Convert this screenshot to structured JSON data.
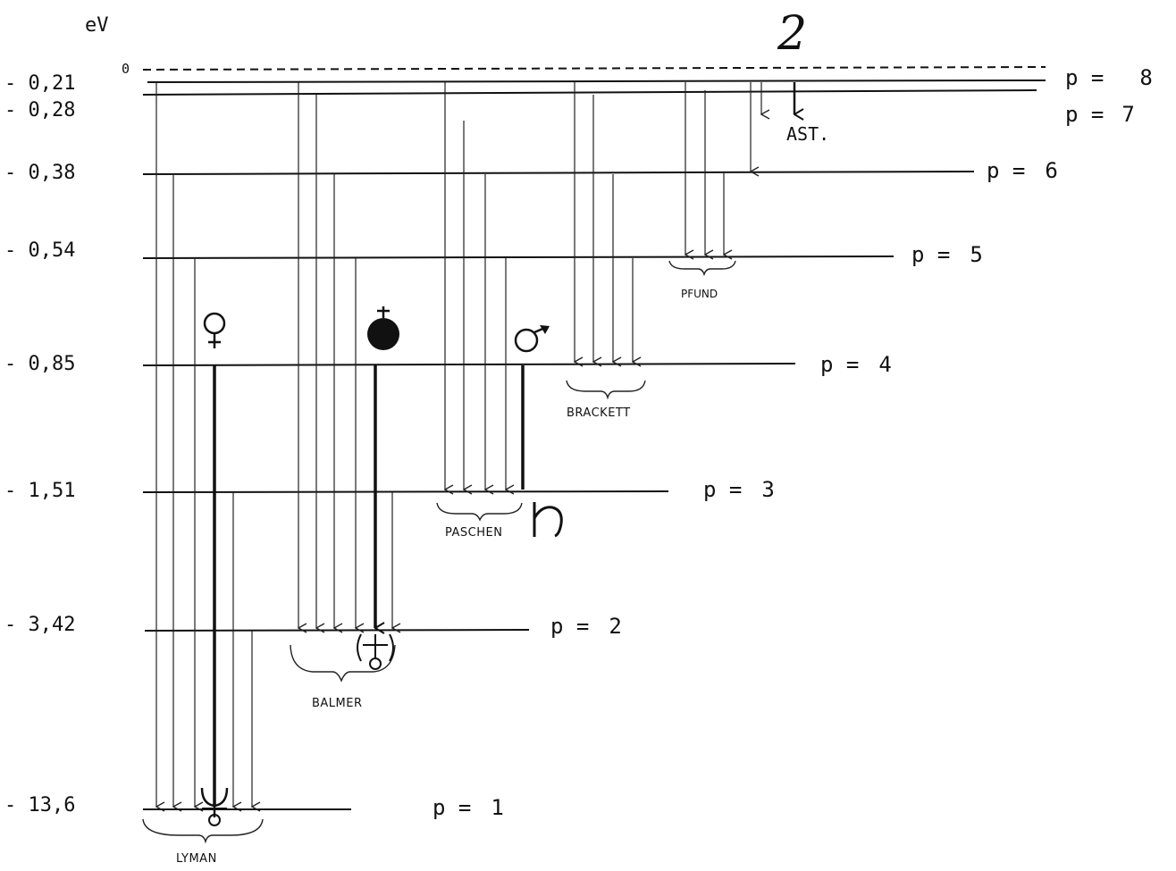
{
  "unit_label": "eV",
  "top_marker": "2",
  "zero_marker": "0",
  "levels": [
    {
      "p": 8,
      "energy": "- 0,21",
      "p_label": "p =",
      "p_value": "8"
    },
    {
      "p": 7,
      "energy": "- 0,28",
      "p_label": "p =",
      "p_value": "7"
    },
    {
      "p": 6,
      "energy": "- 0,38",
      "p_label": "p =",
      "p_value": "6"
    },
    {
      "p": 5,
      "energy": "- 0,54",
      "p_label": "p =",
      "p_value": "5"
    },
    {
      "p": 4,
      "energy": "- 0,85",
      "p_label": "p =",
      "p_value": "4"
    },
    {
      "p": 3,
      "energy": "- 1,51",
      "p_label": "p =",
      "p_value": "3"
    },
    {
      "p": 2,
      "energy": "- 3,42",
      "p_label": "p =",
      "p_value": "2"
    },
    {
      "p": 1,
      "energy": "- 13,6",
      "p_label": "p =",
      "p_value": "1"
    }
  ],
  "series": {
    "lyman": "LYMAN",
    "balmer": "BALMER",
    "paschen": "PASCHEN",
    "brackett": "BRACKETT",
    "pfund": "PFUND",
    "ast": "AST."
  },
  "symbols": {
    "venus": "venus-symbol",
    "earth": "earth-symbol",
    "mars": "mars-symbol",
    "saturn": "saturn-symbol",
    "jupiter": "jupiter-symbol",
    "uranus": "uranus-symbol",
    "neptune": "neptune-symbol"
  }
}
